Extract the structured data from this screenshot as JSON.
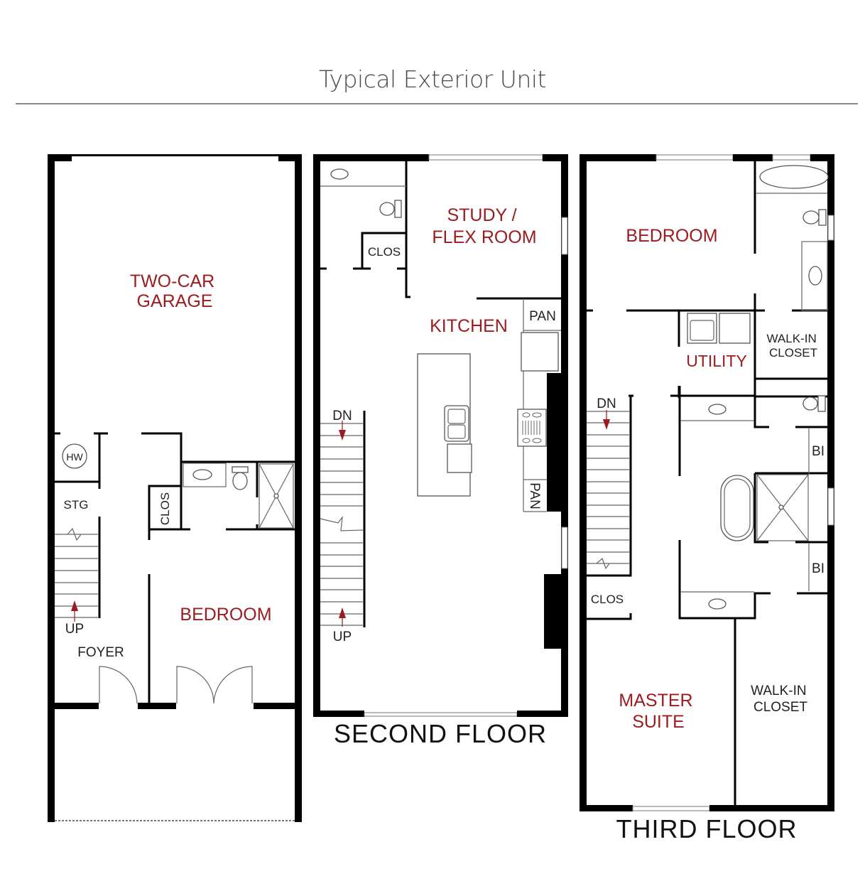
{
  "header": {
    "title": "Typical Exterior Unit"
  },
  "colors": {
    "room_label": "#9b1b1f",
    "annotation": "#222222",
    "walls": "#000000",
    "title_rule": "#8a8a8a"
  },
  "floors": [
    {
      "name": "",
      "rooms": {
        "garage": [
          "TWO-CAR",
          "GARAGE"
        ],
        "bedroom": "BEDROOM",
        "foyer": "FOYER",
        "storage": "STG",
        "water_heater": "HW",
        "closet": "CLOS",
        "stair_up": "UP"
      }
    },
    {
      "name": "SECOND  FLOOR",
      "rooms": {
        "study": [
          "STUDY /",
          "FLEX ROOM"
        ],
        "kitchen": "KITCHEN",
        "closet": "CLOS",
        "pantry_top": "PAN",
        "pantry_side": "PAN",
        "stair_down": "DN",
        "stair_up": "UP"
      }
    },
    {
      "name": "THIRD  FLOOR",
      "rooms": {
        "bedroom": "BEDROOM",
        "utility": "UTILITY",
        "walk_in_closet_top": [
          "WALK-IN",
          "CLOSET"
        ],
        "built_in_1": "BI",
        "built_in_2": "BI",
        "stair_down": "DN",
        "closet": "CLOS",
        "master_suite": [
          "MASTER",
          "SUITE"
        ],
        "walk_in_closet_bottom": [
          "WALK-IN",
          "CLOSET"
        ]
      }
    }
  ]
}
